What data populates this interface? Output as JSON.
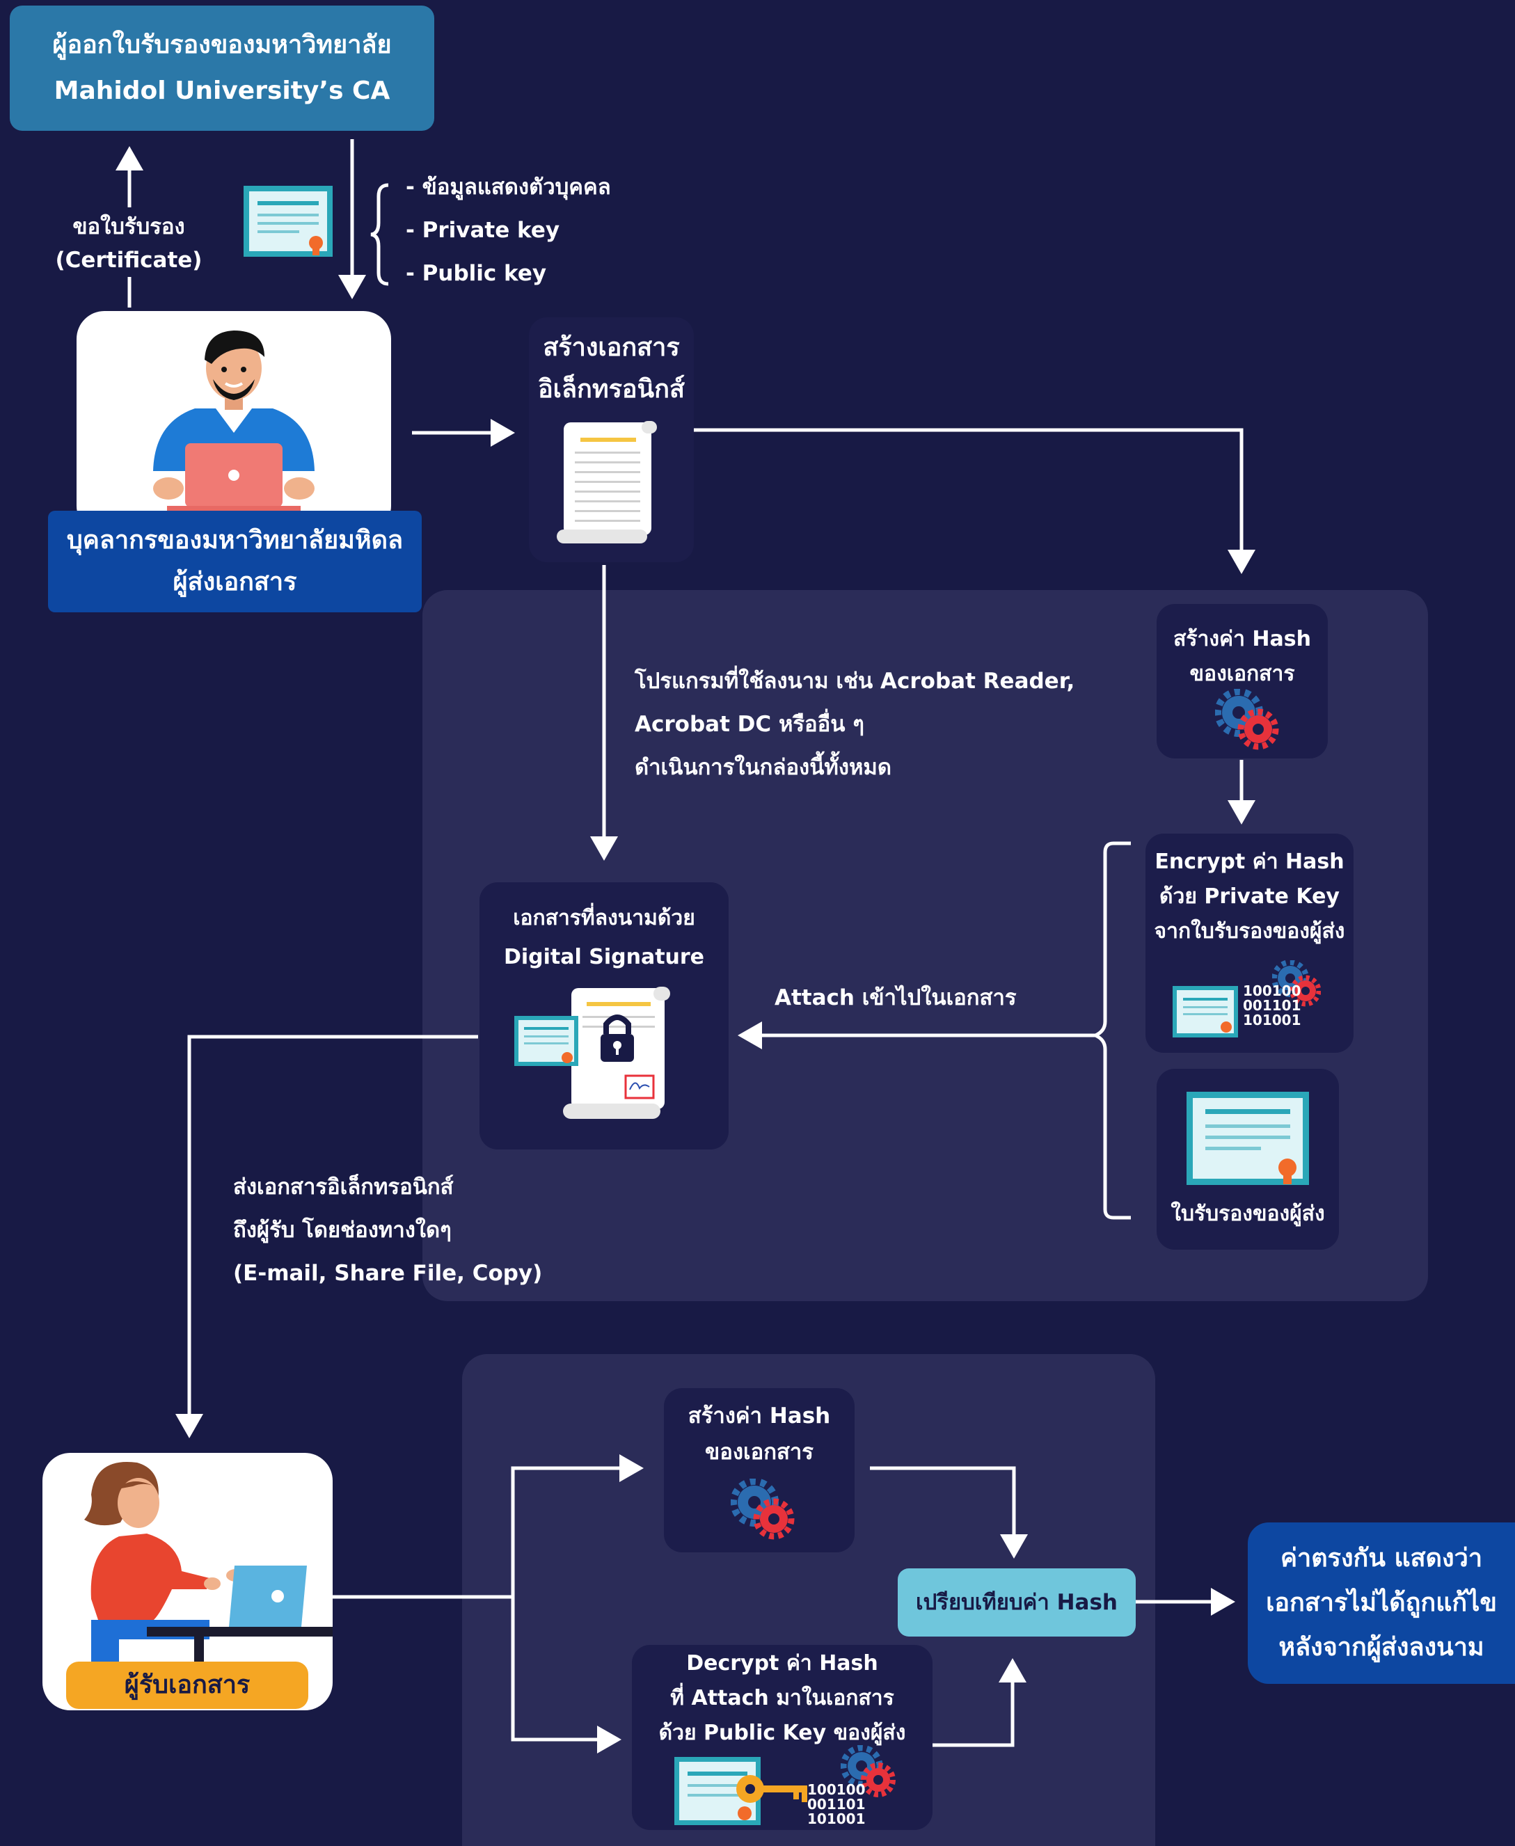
{
  "colors": {
    "background": "#181a45",
    "panel": "#2b2c58",
    "box": "#1c1d4b",
    "ca_box": "#2b78a8",
    "sender_label": "#0d47a1",
    "receiver_label": "#f5a623",
    "compare_box": "#6fc6dc",
    "result_box": "#0d47a1"
  },
  "ca": {
    "line1": "ผู้ออกใบรับรองของมหาวิทยาลัย",
    "line2": "Mahidol University’s CA"
  },
  "request": {
    "line1": "ขอใบรับรอง",
    "line2": "(Certificate)"
  },
  "issued_items": [
    "- ข้อมูลแสดงตัวบุคคล",
    "- Private key",
    "- Public key"
  ],
  "sender": {
    "line1": "บุคลากรของมหาวิทยาลัยมหิดล",
    "line2": "ผู้ส่งเอกสาร"
  },
  "create_doc": {
    "line1": "สร้างเอกสาร",
    "line2": "อิเล็กทรอนิกส์"
  },
  "signing_program": {
    "line1": "โปรแกรมที่ใช้ลงนาม เช่น Acrobat Reader,",
    "line2": "Acrobat DC หรืออื่น ๆ",
    "line3": "ดำเนินการในกล่องนี้ทั้งหมด"
  },
  "hash_sender": {
    "line1": "สร้างค่า Hash",
    "line2": "ของเอกสาร"
  },
  "encrypt": {
    "line1": "Encrypt ค่า Hash",
    "line2": "ด้วย Private Key",
    "line3": "จากใบรับรองของผู้ส่ง",
    "binary": [
      "100100",
      "001101",
      "101001"
    ]
  },
  "sender_cert": {
    "label": "ใบรับรองของผู้ส่ง"
  },
  "attach": {
    "label": "Attach เข้าไปในเอกสาร"
  },
  "signed_doc": {
    "line1": "เอกสารที่ลงนามด้วย",
    "line2": "Digital Signature"
  },
  "send_doc": {
    "line1": "ส่งเอกสารอิเล็กทรอนิกส์",
    "line2": "ถึงผู้รับ โดยช่องทางใดๆ",
    "line3": "(E-mail, Share File, Copy)"
  },
  "receiver": {
    "label": "ผู้รับเอกสาร"
  },
  "hash_receiver": {
    "line1": "สร้างค่า Hash",
    "line2": "ของเอกสาร"
  },
  "decrypt": {
    "line1": "Decrypt ค่า Hash",
    "line2": "ที่  Attach มาในเอกสาร",
    "line3": "ด้วย Public Key ของผู้ส่ง",
    "binary": [
      "100100",
      "001101",
      "101001"
    ]
  },
  "compare": {
    "label": "เปรียบเทียบค่า Hash"
  },
  "result": {
    "line1": "ค่าตรงกัน แสดงว่า",
    "line2": "เอกสารไม่ได้ถูกแก้ไข",
    "line3": "หลังจากผู้ส่งลงนาม"
  }
}
